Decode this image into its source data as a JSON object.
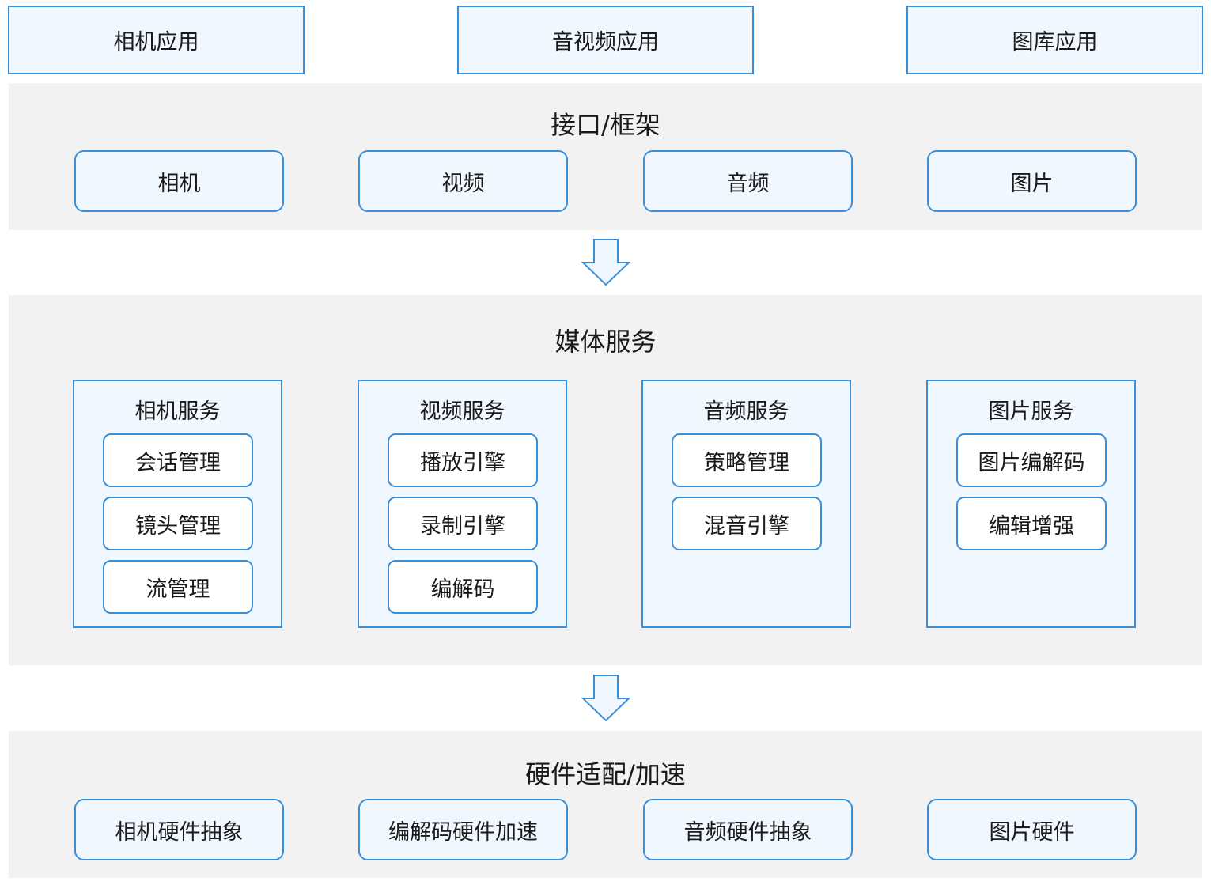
{
  "apps": [
    "相机应用",
    "音视频应用",
    "图库应用"
  ],
  "framework": {
    "title": "接口/框架",
    "items": [
      "相机",
      "视频",
      "音频",
      "图片"
    ]
  },
  "media_service": {
    "title": "媒体服务",
    "services": [
      {
        "title": "相机服务",
        "items": [
          "会话管理",
          "镜头管理",
          "流管理"
        ]
      },
      {
        "title": "视频服务",
        "items": [
          "播放引擎",
          "录制引擎",
          "编解码"
        ]
      },
      {
        "title": "音频服务",
        "items": [
          "策略管理",
          "混音引擎"
        ]
      },
      {
        "title": "图片服务",
        "items": [
          "图片编解码",
          "编辑增强"
        ]
      }
    ]
  },
  "hardware": {
    "title": "硬件适配/加速",
    "items": [
      "相机硬件抽象",
      "编解码硬件加速",
      "音频硬件抽象",
      "图片硬件"
    ]
  },
  "colors": {
    "border": "#3a8fd8",
    "box_fill": "#f0f7fe",
    "band_fill": "#f2f2f2"
  },
  "icons": {
    "arrow": "down-arrow-icon"
  }
}
